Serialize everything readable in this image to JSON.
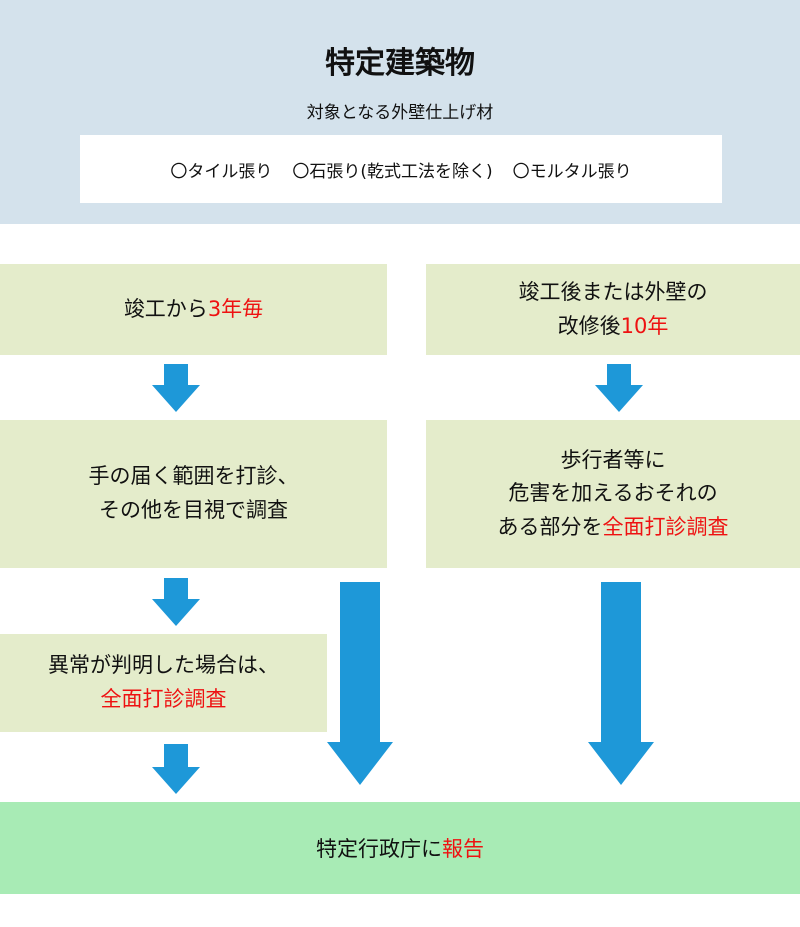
{
  "header": {
    "title": "特定建築物",
    "subtitle": "対象となる外壁仕上げ材",
    "materials": [
      "〇タイル張り",
      "〇石張り(乾式工法を除く)",
      "〇モルタル張り"
    ]
  },
  "left": {
    "step1": {
      "text": "竣工から",
      "highlight": "3年毎"
    },
    "step2": {
      "line1": "手の届く範囲を打診、",
      "line2": "その他を目視で調査"
    },
    "step3": {
      "line1": "異常が判明した場合は、",
      "highlight": "全面打診調査"
    }
  },
  "right": {
    "step1": {
      "line1": "竣工後または外壁の",
      "line2_text": "改修後",
      "line2_highlight": "10年"
    },
    "step2": {
      "line1": "歩行者等に",
      "line2": "危害を加えるおそれの",
      "line3_text": "ある部分を",
      "line3_highlight": "全面打診調査"
    }
  },
  "result": {
    "text": "特定行政庁に",
    "highlight": "報告"
  },
  "colors": {
    "header_bg": "#d4e2ec",
    "step_bg": "#e4eccb",
    "result_bg": "#a8ebb5",
    "arrow": "#1e98d8",
    "highlight": "#ee1111"
  }
}
